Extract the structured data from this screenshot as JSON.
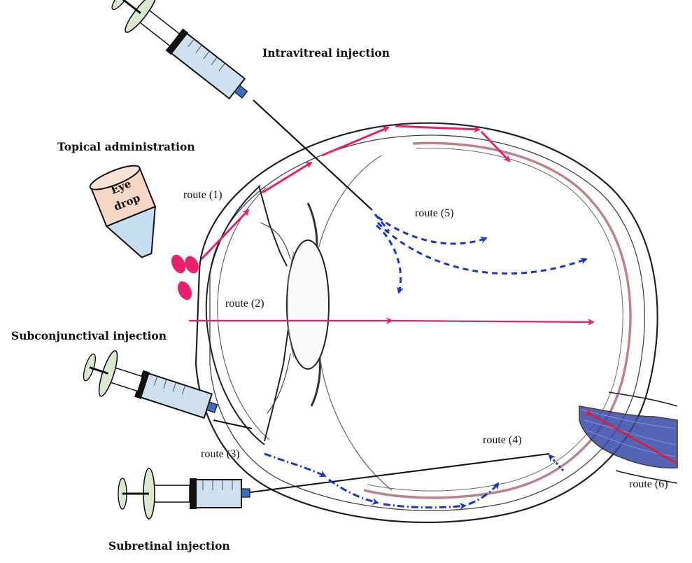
{
  "labels": {
    "intravitreal": "Intravitreal injection",
    "topical": "Topical administration",
    "subconjunctival": "Subconjunctival injection",
    "subretinal": "Subretinal injection",
    "eye_drop_line1": "Eye",
    "eye_drop_line2": "drop"
  },
  "routes": {
    "r1": "route (1)",
    "r2": "route (2)",
    "r3": "route (3)",
    "r4": "route (4)",
    "r5": "route (5)",
    "r6": "route (6)"
  },
  "colors": {
    "route_pink": "#e8206e",
    "route_blue": "#1a35c8",
    "optic_red": "#e51b2e",
    "syringe_fill": "#cfe0ef",
    "syringe_plunger": "#d9e8cf",
    "eye_drop_fill": "#f6d7c5",
    "eye_drop_tip": "#c6dff0"
  }
}
